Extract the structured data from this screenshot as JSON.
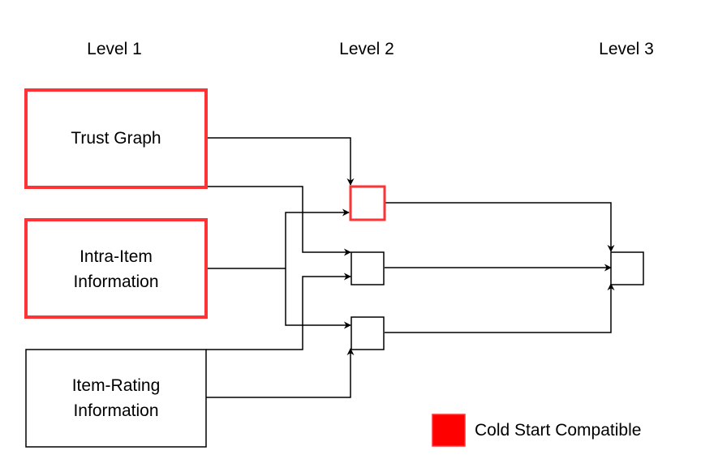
{
  "levels": [
    "Level 1",
    "Level 2",
    "Level 3"
  ],
  "inputs": {
    "trust_graph": {
      "lines": [
        "Trust Graph"
      ],
      "cold_start": true
    },
    "intra_item": {
      "lines": [
        "Intra-Item",
        "Information"
      ],
      "cold_start": true
    },
    "item_rating": {
      "lines": [
        "Item-Rating",
        "Information"
      ],
      "cold_start": false
    }
  },
  "legend": {
    "label": "Cold Start Compatible"
  },
  "colors": {
    "cold_start": "#ff3333",
    "cold_start_fill": "#ff0000",
    "line": "#000000",
    "box_fill": "#ffffff"
  }
}
